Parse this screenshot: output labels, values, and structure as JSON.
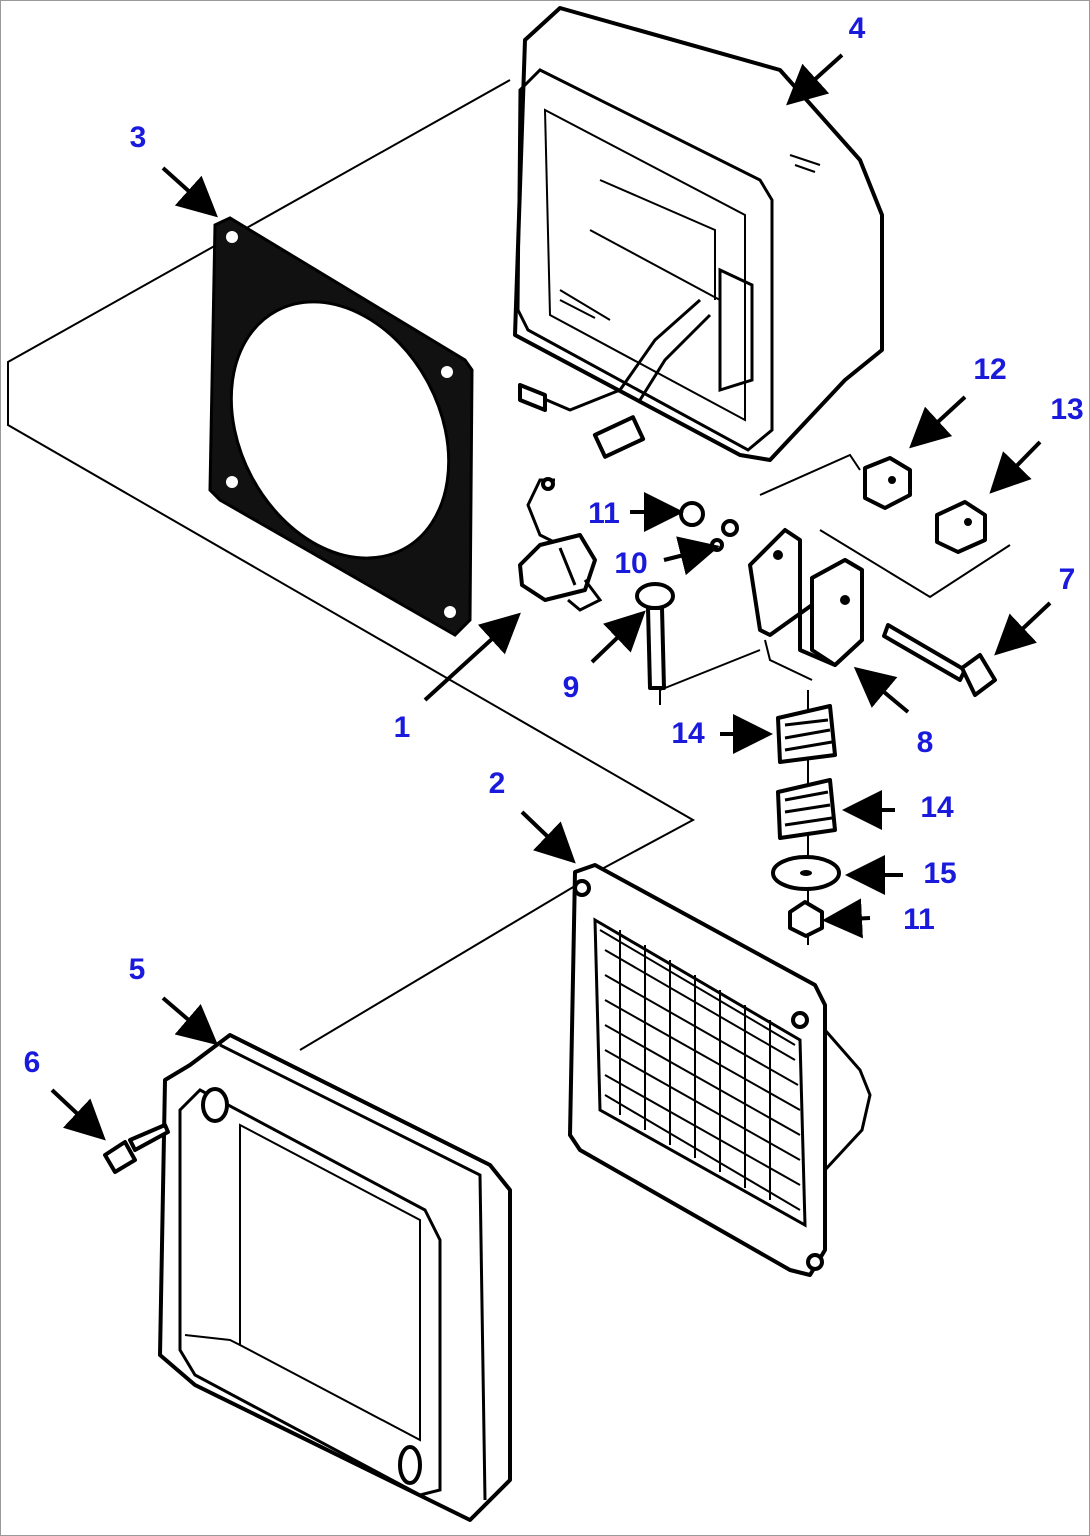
{
  "diagram": {
    "label_color": "#1a1adc",
    "line_color": "#000000",
    "callouts": [
      {
        "id": "c1",
        "text": "1"
      },
      {
        "id": "c2",
        "text": "2"
      },
      {
        "id": "c3",
        "text": "3"
      },
      {
        "id": "c4",
        "text": "4"
      },
      {
        "id": "c5",
        "text": "5"
      },
      {
        "id": "c6",
        "text": "6"
      },
      {
        "id": "c7",
        "text": "7"
      },
      {
        "id": "c8",
        "text": "8"
      },
      {
        "id": "c9",
        "text": "9"
      },
      {
        "id": "c10",
        "text": "10"
      },
      {
        "id": "c11a",
        "text": "11"
      },
      {
        "id": "c11b",
        "text": "11"
      },
      {
        "id": "c12",
        "text": "12"
      },
      {
        "id": "c13",
        "text": "13"
      },
      {
        "id": "c14a",
        "text": "14"
      },
      {
        "id": "c14b",
        "text": "14"
      },
      {
        "id": "c15",
        "text": "15"
      }
    ]
  }
}
